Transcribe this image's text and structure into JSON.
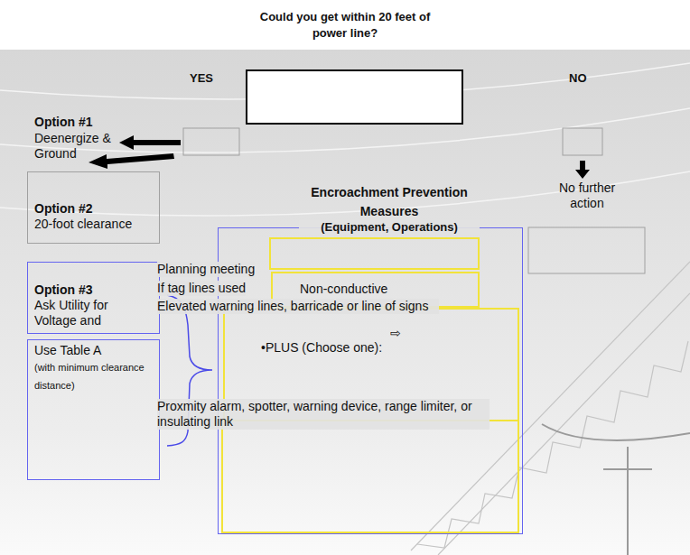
{
  "diagram": {
    "title": "Could you get within 20 feet of power line?",
    "nodes": [
      {
        "text": [
          "Option #2",
          "20-foot clearance"
        ]
      },
      {
        "text": [
          "Option #3",
          "Ask Utility for Voltage and"
        ]
      },
      {
        "text": [
          "Use Table A",
          "(with minimum clearance distance)"
        ]
      },
      {
        "text": [
          "Encroachment Prevention Measures",
          "(Equipment, Operations)"
        ]
      },
      {
        "text": [
          "Non-conductive"
        ],
        "in": 3
      },
      {
        "text": [
          "⇨",
          "•PLUS (Choose one):"
        ],
        "in": 3
      }
    ],
    "labels": [
      "YES",
      "NO",
      "Option #1",
      "Deenergize & Ground",
      "No further action",
      "Planning meeting",
      "If tag lines used",
      "Elevated warning lines, barricade or line of signs",
      "Proxmity alarm, spotter, warning device, range limiter, or insulating link"
    ]
  }
}
